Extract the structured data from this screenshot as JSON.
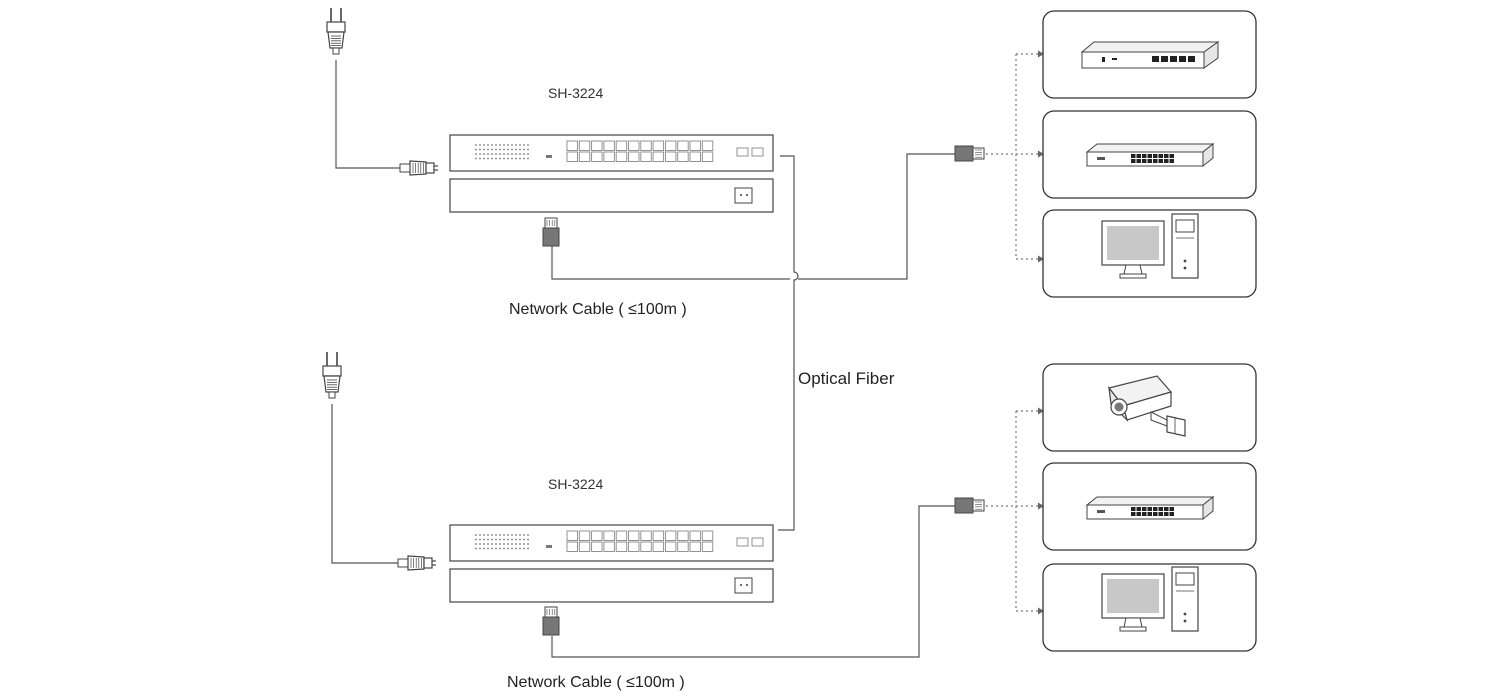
{
  "diagram": {
    "top_unit": {
      "model": "SH-3224",
      "cable_label": "Network Cable ( ≤100m )"
    },
    "bottom_unit": {
      "model": "SH-3224",
      "cable_label": "Network Cable ( ≤100m )"
    },
    "link_label": "Optical Fiber",
    "top_devices": [
      "router-icon",
      "switch-icon",
      "computer-icon"
    ],
    "bottom_devices": [
      "camera-icon",
      "switch-icon",
      "computer-icon"
    ]
  },
  "colors": {
    "line": "#555555",
    "outline": "#444444",
    "port": "#888888"
  }
}
